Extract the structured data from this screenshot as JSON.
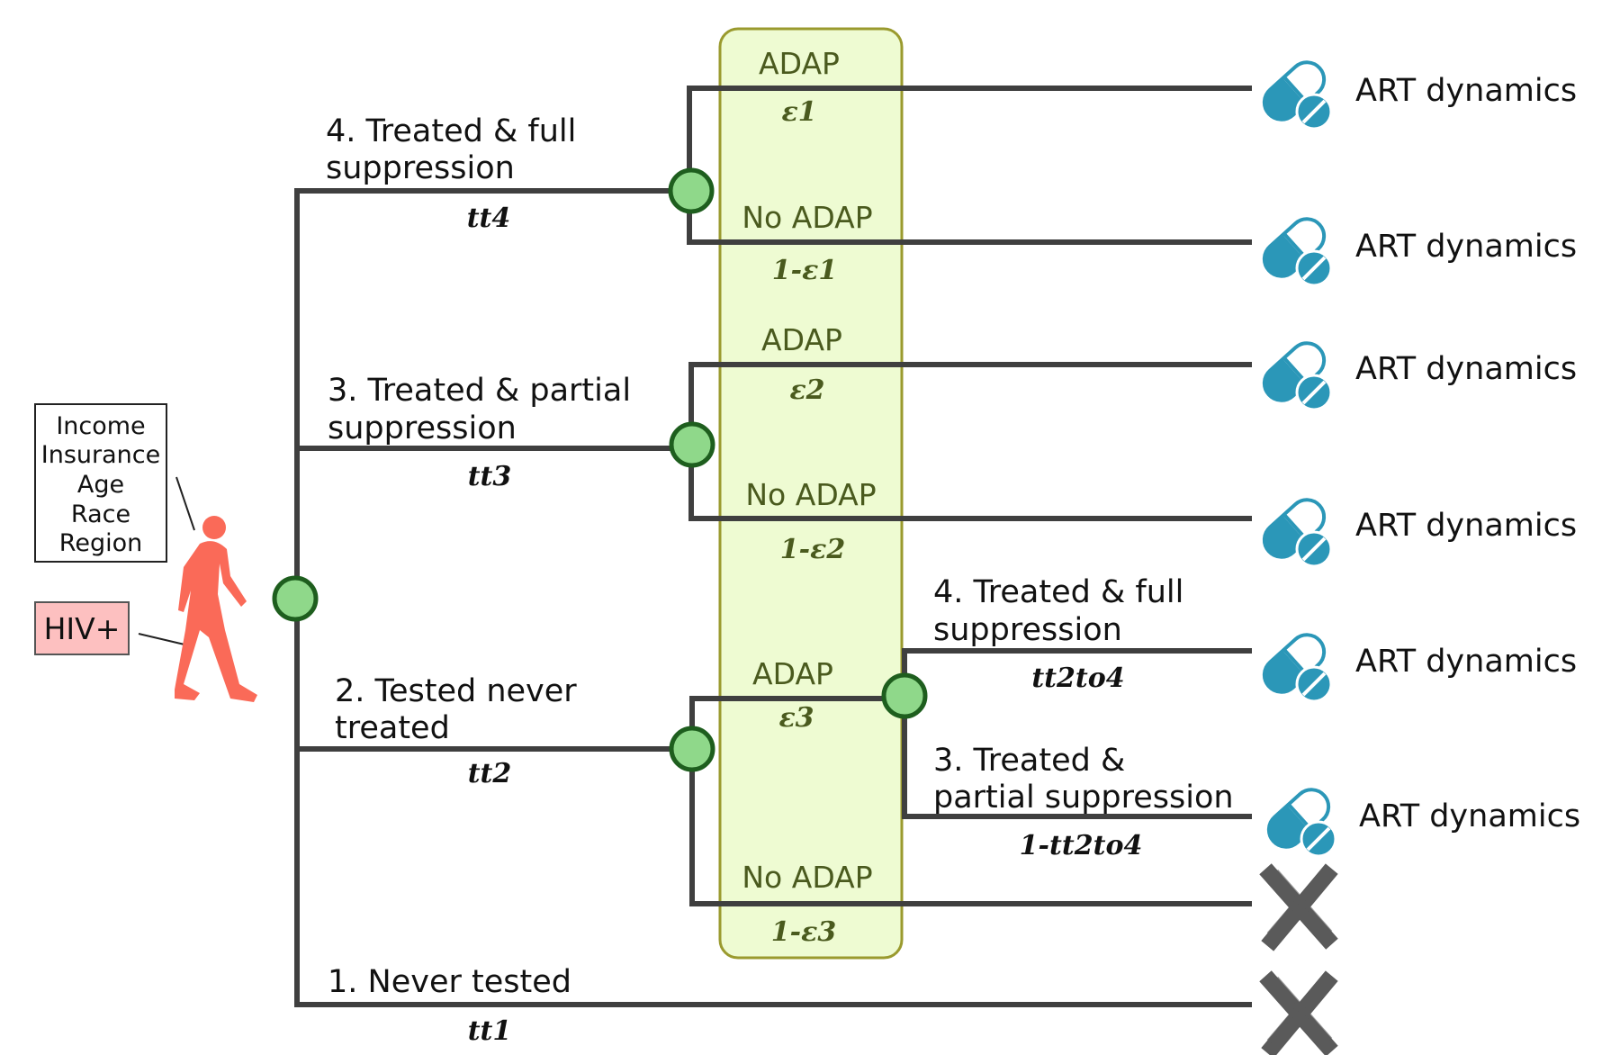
{
  "attributes": [
    "Income",
    "Insurance",
    "Age",
    "Race",
    "Region"
  ],
  "status": "HIV+",
  "branches": {
    "full": {
      "label_line1": "4. Treated & full",
      "label_line2": "suppression",
      "prob": "tt4"
    },
    "partial": {
      "label_line1": "3. Treated & partial",
      "label_line2": "suppression",
      "prob": "tt3"
    },
    "tested": {
      "label_line1": "2. Tested never",
      "label_line2": "treated",
      "prob": "tt2"
    },
    "never": {
      "label": "1. Never tested",
      "prob": "tt1"
    }
  },
  "adap": {
    "label": "ADAP",
    "no_label": "No ADAP",
    "eps1": "ε1",
    "not_eps1": "1-ε1",
    "eps2": "ε2",
    "not_eps2": "1-ε2",
    "eps3": "ε3",
    "not_eps3": "1-ε3"
  },
  "subbranches": {
    "full": {
      "label_line1": "4. Treated & full",
      "label_line2": "suppression",
      "prob": "tt2to4"
    },
    "partial": {
      "label_line1": "3. Treated &",
      "label_line2": "partial suppression",
      "prob": "1-tt2to4"
    }
  },
  "outcomes": {
    "art_label": "ART dynamics"
  },
  "colors": {
    "adap_box": "#eefbd2",
    "adap_border": "#9a9a2e",
    "node_fill": "#8fd88a",
    "node_stroke": "#1e5e1e",
    "pill": "#2b97b8",
    "person": "#fa6a58",
    "hiv_box": "#fdc0c0",
    "cross": "#5a5a5a"
  },
  "icons": {
    "outcome": "pill-capsule-icon",
    "dead_end": "cross-icon",
    "person": "walking-person-icon"
  }
}
